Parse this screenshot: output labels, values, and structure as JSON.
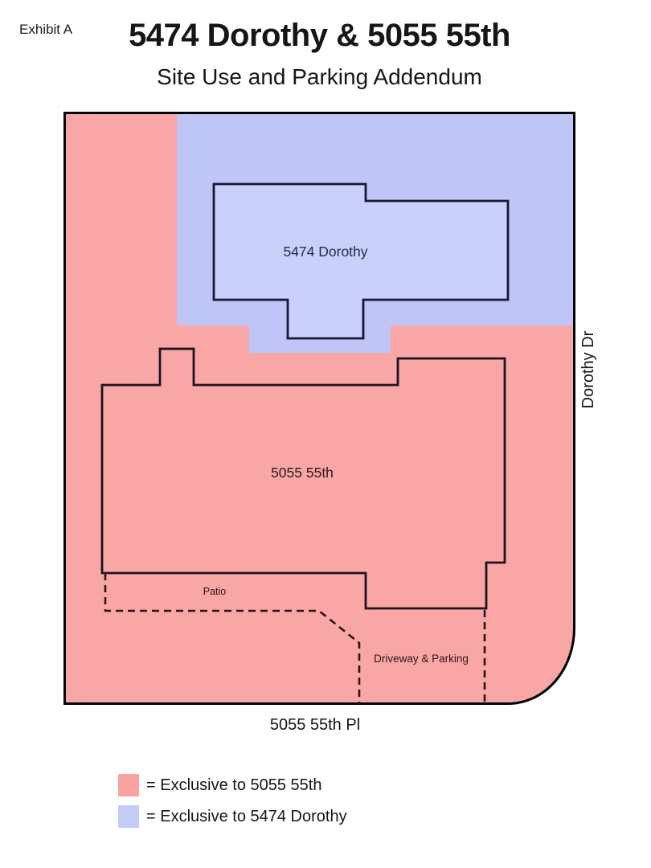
{
  "header": {
    "exhibit": "Exhibit A",
    "title": "5474 Dorothy & 5055 55th",
    "subtitle": "Site Use and Parking Addendum"
  },
  "map": {
    "regions": {
      "pink_meaning": "Exclusive to 5055 55th",
      "blue_meaning": "Exclusive to 5474 Dorothy"
    },
    "colors": {
      "pink": "#F9A6A7",
      "blue": "#BFC6F7",
      "building_blue_fill": "#C9D0FA",
      "parcel_border": "#000000",
      "building_outline": "#141A33",
      "dashed_line": "#2A1212"
    },
    "labels": {
      "building_top": "5474 Dorothy",
      "building_bottom": "5055 55th",
      "patio": "Patio",
      "driveway": "Driveway & Parking"
    },
    "streets": {
      "right": "Dorothy Dr",
      "bottom": "5055 55th Pl"
    }
  },
  "legend": {
    "items": [
      {
        "swatch_color": "#F9A2A2",
        "label": "= Exclusive to 5055 55th"
      },
      {
        "swatch_color": "#C5CBF7",
        "label": "= Exclusive to 5474 Dorothy"
      }
    ]
  }
}
